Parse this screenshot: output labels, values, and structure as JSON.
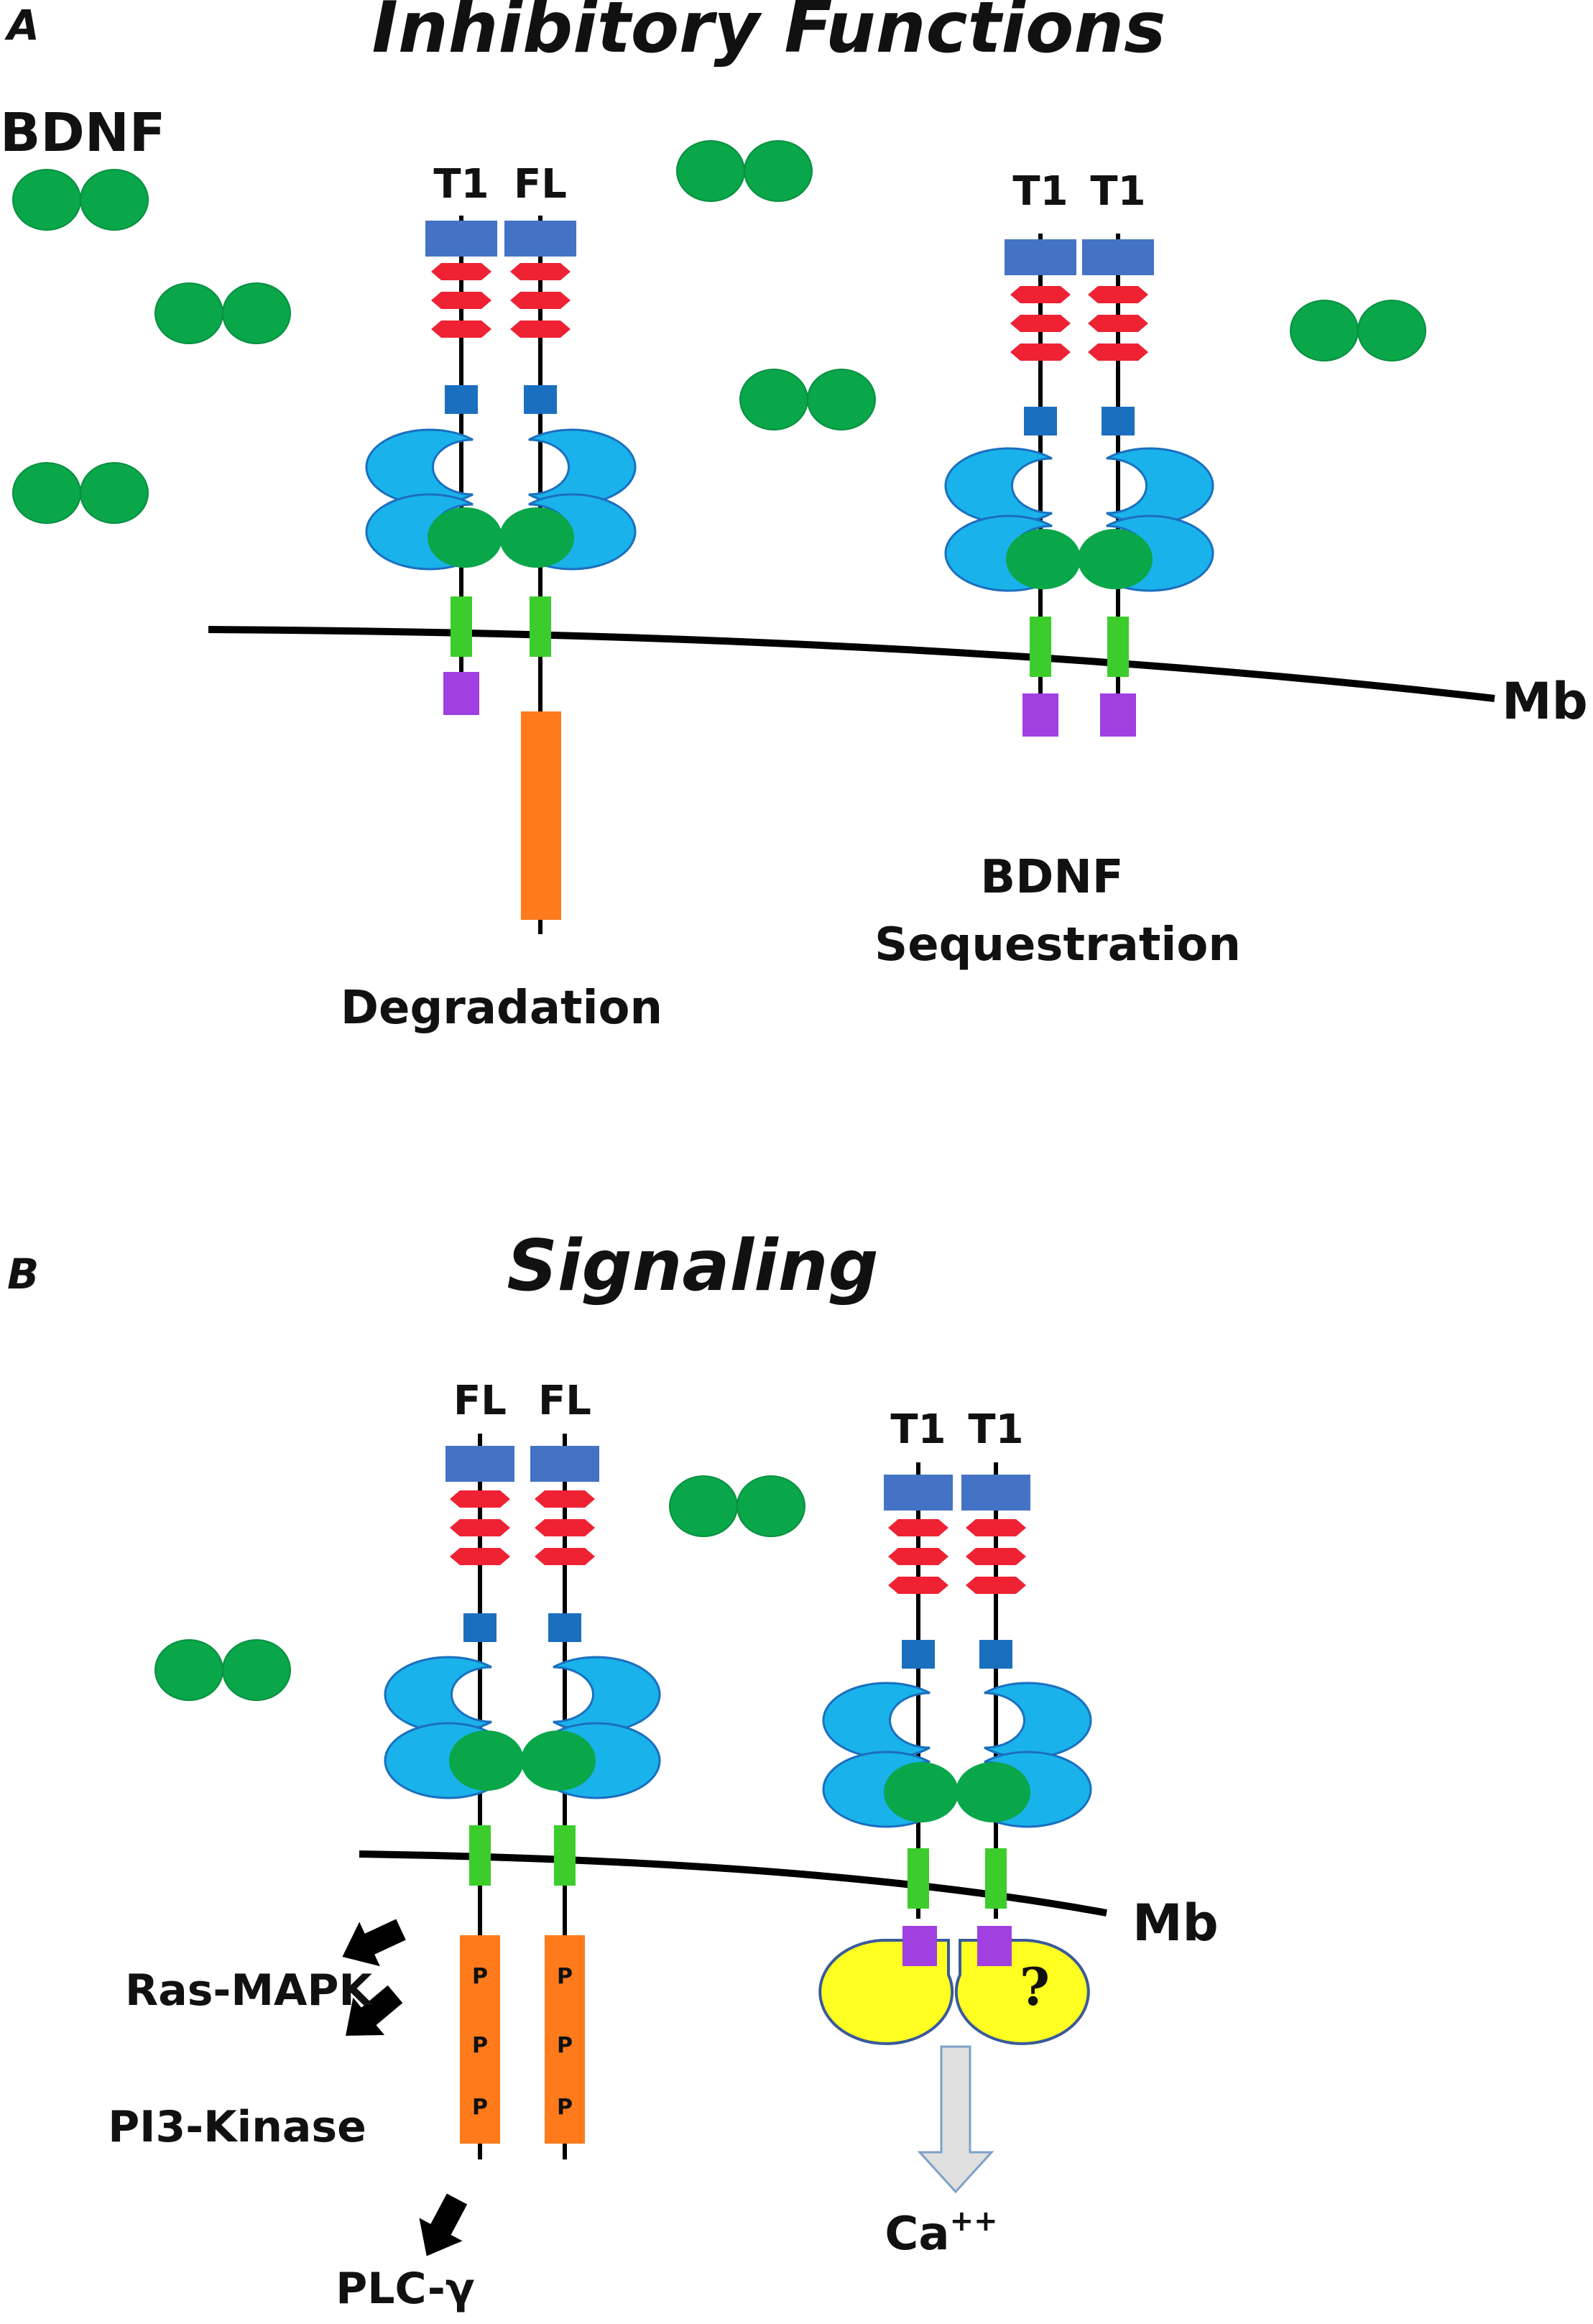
{
  "panel_a": {
    "letter": "A",
    "title": "Inhibitory Functions",
    "ligand_label": "BDNF",
    "left_pair": {
      "receptor_1": "T1",
      "receptor_2": "FL",
      "caption": "Degradation"
    },
    "right_pair": {
      "receptor_1": "T1",
      "receptor_2": "T1",
      "caption_line_1": "BDNF",
      "caption_line_2": "Sequestration"
    },
    "membrane_label": "Mb"
  },
  "panel_b": {
    "letter": "B",
    "title": "Signaling",
    "left_pair": {
      "receptor_1": "FL",
      "receptor_2": "FL"
    },
    "right_pair": {
      "receptor_1": "T1",
      "receptor_2": "T1"
    },
    "membrane_label": "Mb",
    "pathways": [
      "Ras-MAPK",
      "PI3-Kinase",
      "PLC-γ"
    ],
    "phospho_label": "P",
    "unknown_partner": "?",
    "ion_base": "Ca",
    "ion_charge": "++"
  },
  "colors": {
    "bdnf": "#0aa64a",
    "receptor_tip": "#4472c4",
    "cysteine_repeat": "#ee2233",
    "small_square": "#1a6fbf",
    "ig_domain": "#1ab2ea",
    "transmembrane": "#3ccc2c",
    "t1_tail": "#a040e0",
    "kinase": "#ff7a1a",
    "partner": "#ffff22",
    "arrow_fill": "#e0e0e0",
    "arrow_stroke": "#7da0c8"
  }
}
